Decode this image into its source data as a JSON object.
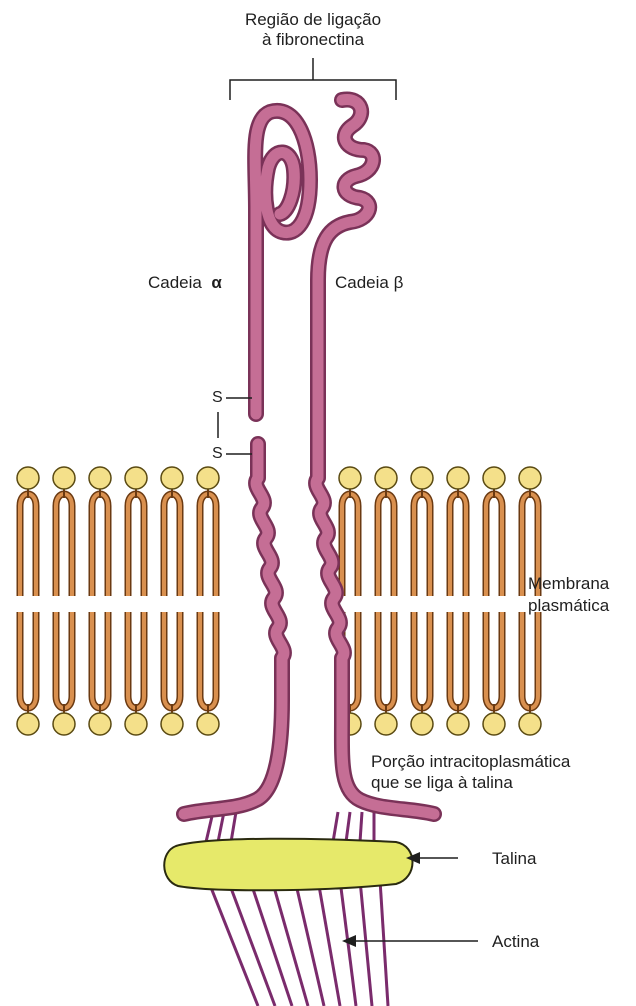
{
  "labels": {
    "binding_region_line1": "Região de ligação",
    "binding_region_line2": "à fibronectina",
    "chain_alpha": "Cadeia",
    "chain_beta": "Cadeia β",
    "s_top": "S",
    "s_bottom": "S",
    "membrane_line1": "Membrana",
    "membrane_line2": "plasmática",
    "intracyto_line1": "Porção intracitoplasmática",
    "intracyto_line2": "que se liga à talina",
    "talin": "Talina",
    "actin": "Actina"
  },
  "colors": {
    "chain": "#c56e95",
    "chain_dark": "#9c4a72",
    "lipid_tail": "#d9904f",
    "lipid_head": "#f4e08a",
    "talin": "#e6e96a",
    "actin": "#7a2b6c",
    "text": "#1f1f1f"
  },
  "lipids": {
    "left_columns": 6,
    "right_columns": 6
  }
}
